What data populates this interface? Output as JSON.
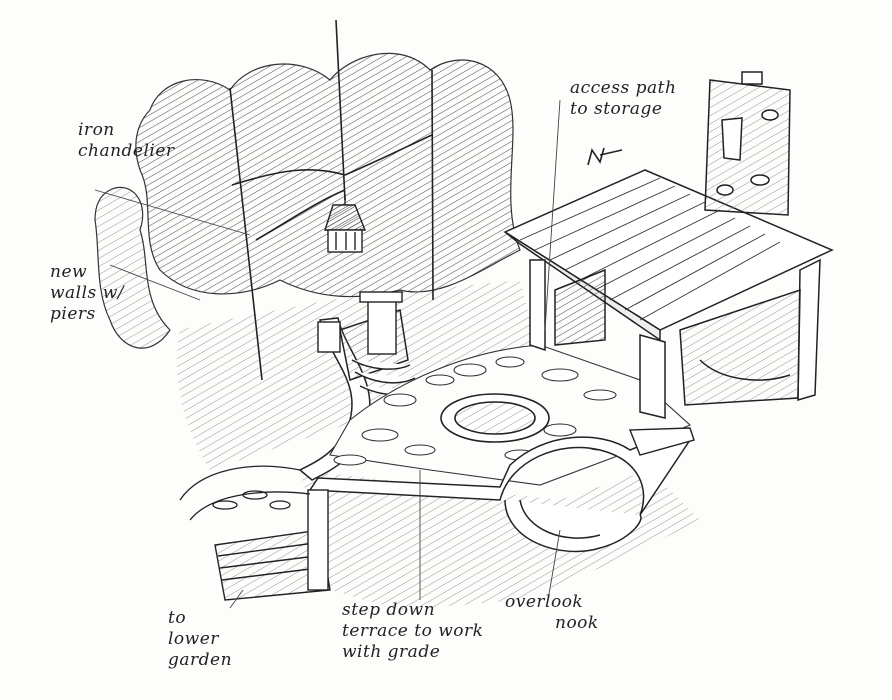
{
  "annotations": {
    "iron_chandelier": [
      "iron",
      "chandelier"
    ],
    "new_walls": [
      "new",
      "walls w/",
      "piers"
    ],
    "access_path": [
      "access path",
      "to storage"
    ],
    "to_lower_garden": [
      "to",
      "lower",
      "garden"
    ],
    "step_down": [
      "step down",
      "terrace to work",
      "with grade"
    ],
    "overlook_nook": [
      "overlook",
      "nook"
    ]
  },
  "icons": {
    "north_arrow": "north-arrow-icon"
  },
  "colors": {
    "ink": "#222222",
    "hatch": "#5a5a5a",
    "paper": "#fdfdfc"
  }
}
